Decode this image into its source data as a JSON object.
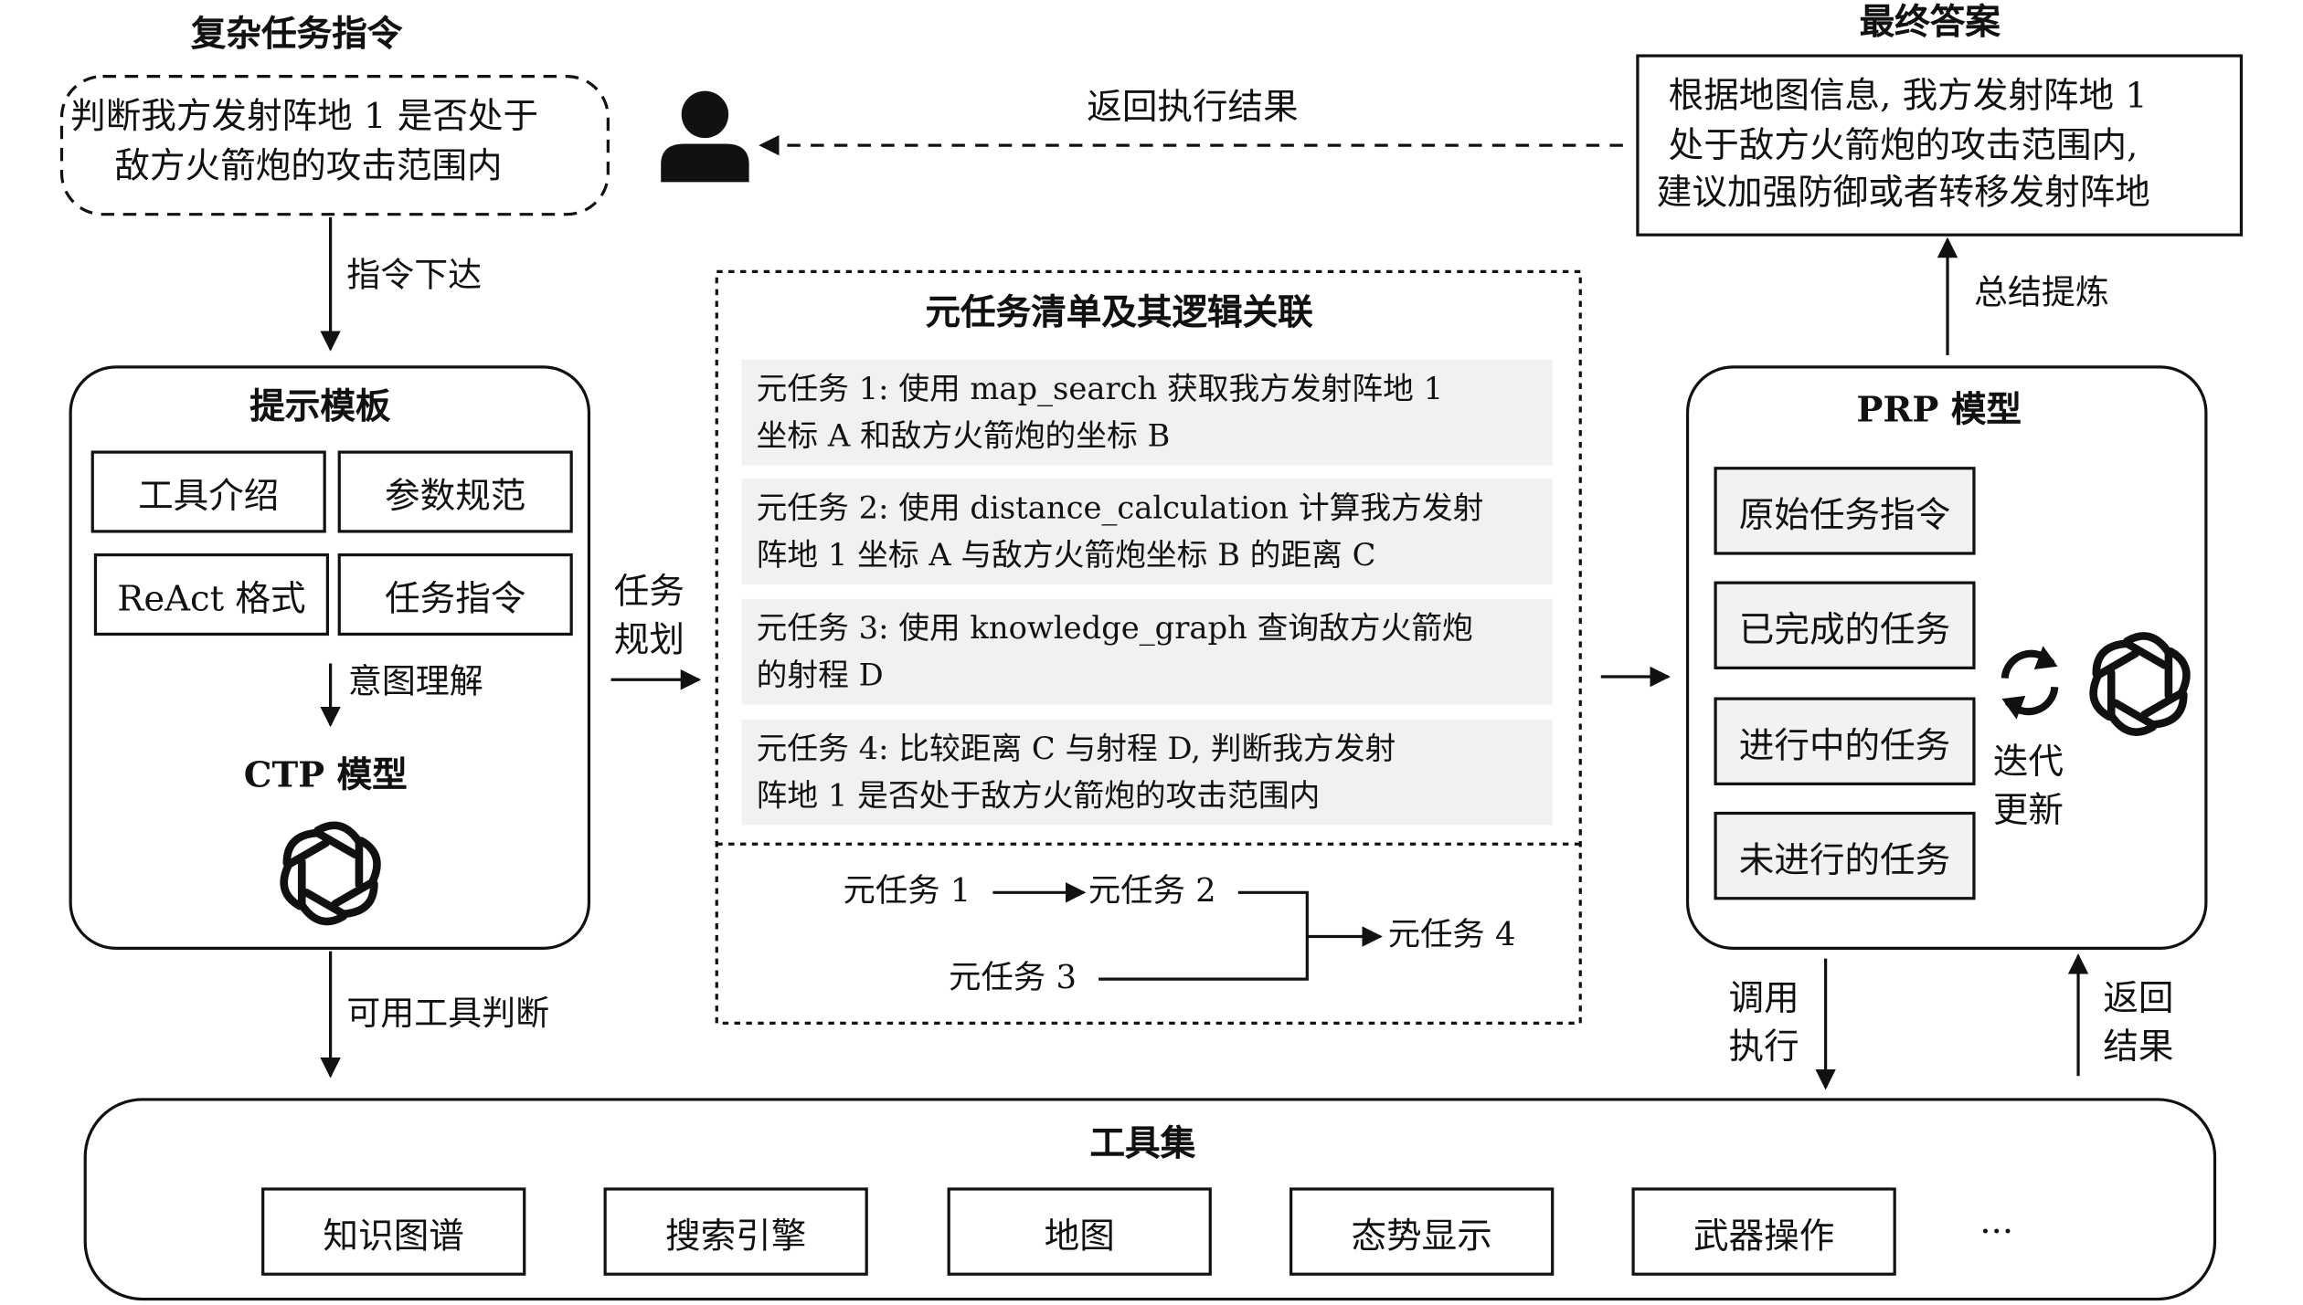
{
  "complex_instruction": {
    "title": "复杂任务指令",
    "line1": "判断我方发射阵地 1 是否处于",
    "line2": "敌方火箭炮的攻击范围内"
  },
  "final_answer": {
    "title": "最终答案",
    "line1": "根据地图信息, 我方发射阵地 1",
    "line2": "处于敌方火箭炮的攻击范围内,",
    "line3": "建议加强防御或者转移发射阵地"
  },
  "arrows": {
    "return_result": "返回执行结果",
    "issue_instruction": "指令下达",
    "summarize": "总结提炼",
    "task_planning_1": "任务",
    "task_planning_2": "规划",
    "intent": "意图理解",
    "available_tools": "可用工具判断",
    "invoke_1": "调用",
    "invoke_2": "执行",
    "return_1": "返回",
    "return_2": "结果"
  },
  "prompt_template": {
    "title": "提示模板",
    "items": [
      "工具介绍",
      "参数规范",
      "ReAct 格式",
      "任务指令"
    ],
    "model": "CTP 模型"
  },
  "meta_tasks": {
    "title": "元任务清单及其逻辑关联",
    "tasks": [
      {
        "line1": "元任务 1: 使用 map_search 获取我方发射阵地 1",
        "line2": "坐标 A 和敌方火箭炮的坐标 B"
      },
      {
        "line1": "元任务 2: 使用 distance_calculation 计算我方发射",
        "line2": "阵地 1 坐标 A 与敌方火箭炮坐标 B 的距离 C"
      },
      {
        "line1": "元任务 3: 使用 knowledge_graph 查询敌方火箭炮",
        "line2": "的射程 D"
      },
      {
        "line1": "元任务 4: 比较距离 C 与射程 D, 判断我方发射",
        "line2": "阵地 1 是否处于敌方火箭炮的攻击范围内"
      }
    ],
    "flow": {
      "t1": "元任务 1",
      "t2": "元任务 2",
      "t3": "元任务 3",
      "t4": "元任务 4"
    }
  },
  "prp_model": {
    "title": "PRP 模型",
    "items": [
      "原始任务指令",
      "已完成的任务",
      "进行中的任务",
      "未进行的任务"
    ],
    "iterate_1": "迭代",
    "iterate_2": "更新"
  },
  "toolset": {
    "title": "工具集",
    "items": [
      "知识图谱",
      "搜索引擎",
      "地图",
      "态势显示",
      "武器操作"
    ],
    "more": "···"
  },
  "icons": [
    "user-icon",
    "openai-logo-icon",
    "refresh-cycle-icon"
  ]
}
